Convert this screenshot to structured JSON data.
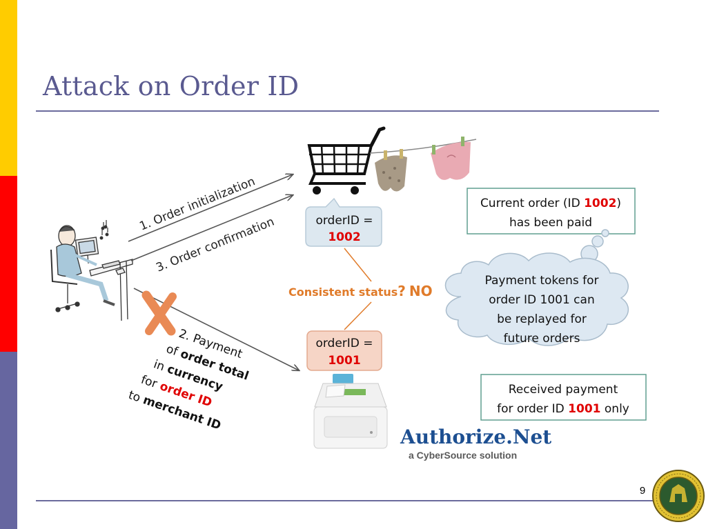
{
  "slide": {
    "title": "Attack on Order ID",
    "page_number": "9"
  },
  "flows": {
    "step1": "1. Order initialization",
    "step3": "3. Order confirmation",
    "step2_line1": "2. Payment",
    "step2_of": "of ",
    "step2_order_total": "order total",
    "step2_in": "in ",
    "step2_currency": "currency",
    "step2_for": "for ",
    "step2_order_id": "order ID",
    "step2_to": "to ",
    "step2_merchant_id": "merchant ID"
  },
  "boxes": {
    "shop_order_label": "orderID =",
    "shop_order_value": "1002",
    "cashier_order_label": "orderID =",
    "cashier_order_value": "1001",
    "consistent_label": "Consistent status",
    "consistent_q": "?",
    "consistent_answer": "NO",
    "current_order_a": "Current order (ID ",
    "current_order_id": "1002",
    "current_order_b": ")",
    "current_order_line2": "has been paid",
    "cloud_line1": "Payment tokens for",
    "cloud_line2": "order ID 1001 can",
    "cloud_line3": "be replayed for",
    "cloud_line4": "future orders",
    "received_line1": "Received payment",
    "received_line2a": "for order ID ",
    "received_id": "1001",
    "received_line2b": " only"
  },
  "brand": {
    "name": "Authorize.Net",
    "tagline": "a CyberSource solution"
  },
  "colors": {
    "title": "#5a5a90",
    "highlight_red": "#e00000",
    "consistent_orange": "#e07b2a",
    "box_border_green": "#5f9e8f",
    "shop_box_fill": "#dde8f0",
    "cashier_box_fill": "#f6d5c6",
    "cloud_fill": "#dde8f2",
    "x_mark": "#e98a55",
    "brand_blue": "#1d4f91"
  },
  "icons": {
    "user": "user-at-computer-icon",
    "cart": "shopping-cart-icon",
    "clothes": "hanging-clothes-icon",
    "register": "cash-register-icon",
    "cross": "x-mark-icon",
    "seal": "college-seal-icon"
  }
}
